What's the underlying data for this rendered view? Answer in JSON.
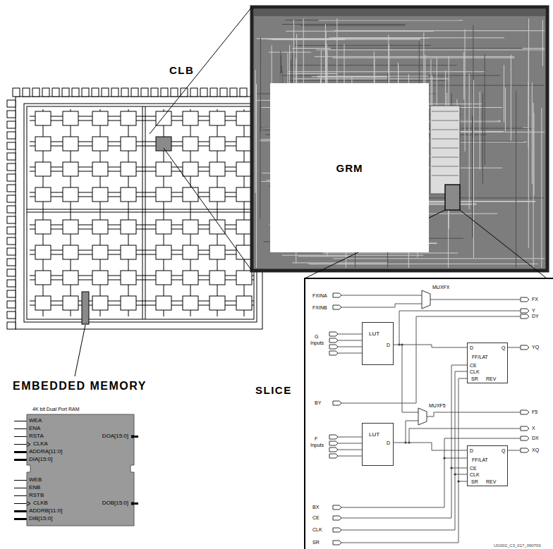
{
  "diagram": {
    "nodes": [
      {
        "text": [
          "GRM"
        ]
      },
      {
        "text": [
          "4K bit Dual Port RAM",
          "WEA",
          "ENA",
          "RSTA",
          "CLKA",
          "ADDRA[11:0]",
          "DIA[15:0]",
          "DOA[15:0]",
          "WEB",
          "ENB",
          "RSTB",
          "CLKB",
          "ADDRB[11:0]",
          "DIB[15:0]",
          "DOB[15:0]"
        ]
      },
      {
        "text": [
          "LUT",
          "D"
        ]
      },
      {
        "text": [
          "D",
          "Q",
          "FF/LAT",
          "CE",
          "CLK",
          "SR",
          "REV"
        ]
      },
      {
        "text": [
          "LUT",
          "D"
        ]
      },
      {
        "text": [
          "D",
          "Q",
          "FF/LAT",
          "CE",
          "CLK",
          "SR",
          "REV"
        ]
      }
    ],
    "edges": [
      {
        "from": 2,
        "to": 3,
        "arrow": "none"
      },
      {
        "from": 4,
        "to": 5,
        "arrow": "none"
      }
    ],
    "labels": [
      "CLB",
      "EMBEDDED MEMORY",
      "SLICE",
      "FXINA",
      "FXINB",
      "MUXFX",
      "FX",
      "Y",
      "DY",
      "G",
      "Inputs",
      "YQ",
      "BY",
      "MUXF5",
      "F5",
      "X",
      "DX",
      "XQ",
      "F",
      "Inputs",
      "BX",
      "CE",
      "CLK",
      "SR",
      "UG002_C3_017_090700"
    ]
  }
}
